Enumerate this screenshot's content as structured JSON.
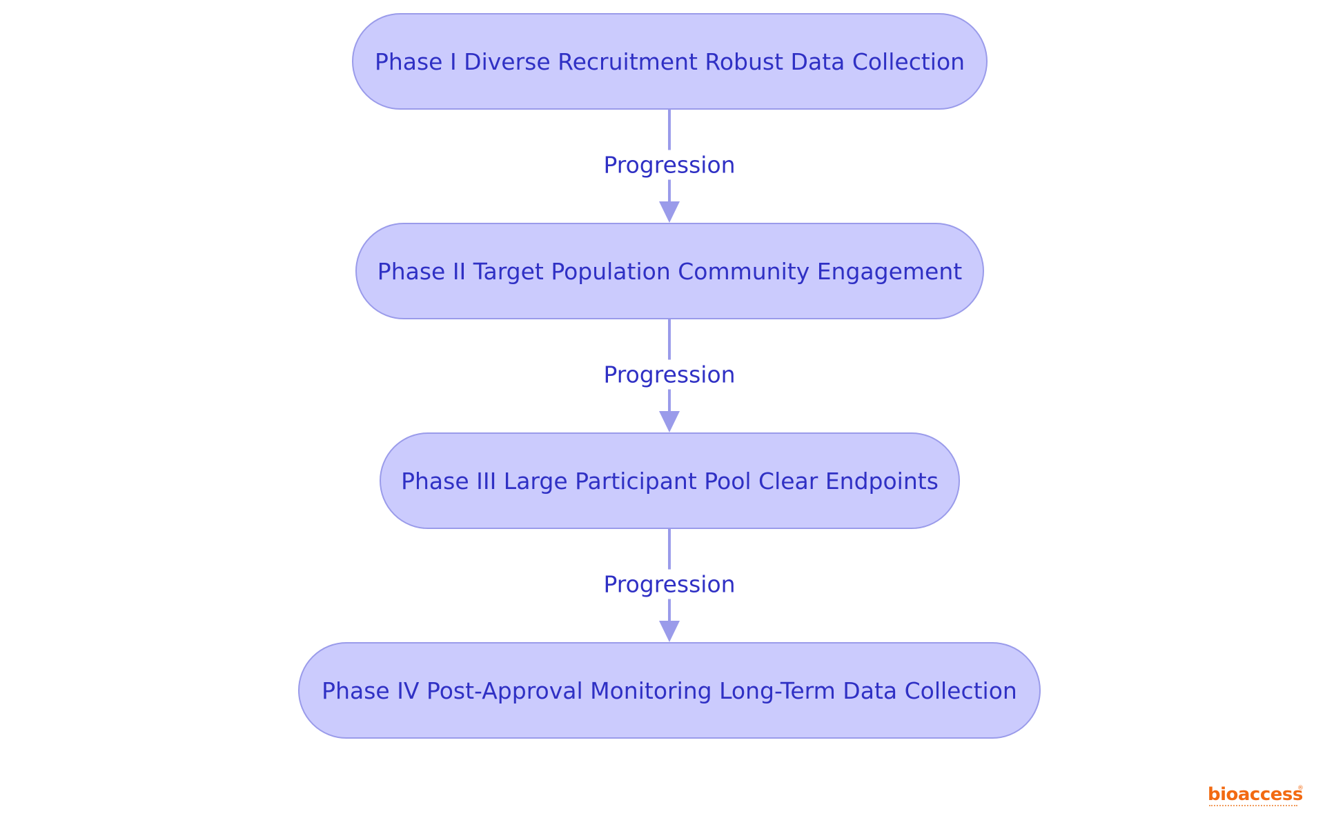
{
  "diagram": {
    "nodes": [
      {
        "id": "phase-1",
        "label": "Phase I Diverse Recruitment Robust Data Collection"
      },
      {
        "id": "phase-2",
        "label": "Phase II Target Population Community Engagement"
      },
      {
        "id": "phase-3",
        "label": "Phase III Large Participant Pool Clear Endpoints"
      },
      {
        "id": "phase-4",
        "label": "Phase IV Post-Approval Monitoring Long-Term Data Collection"
      }
    ],
    "edges": [
      {
        "from": "phase-1",
        "to": "phase-2",
        "label": "Progression"
      },
      {
        "from": "phase-2",
        "to": "phase-3",
        "label": "Progression"
      },
      {
        "from": "phase-3",
        "to": "phase-4",
        "label": "Progression"
      }
    ],
    "colors": {
      "node_fill": "#cbcbfd",
      "node_border": "#9a9bea",
      "text": "#2f30c4",
      "edge": "#9a9bea",
      "logo": "#f26a12"
    }
  },
  "logo": {
    "text": "bioaccess",
    "mark": "®"
  }
}
